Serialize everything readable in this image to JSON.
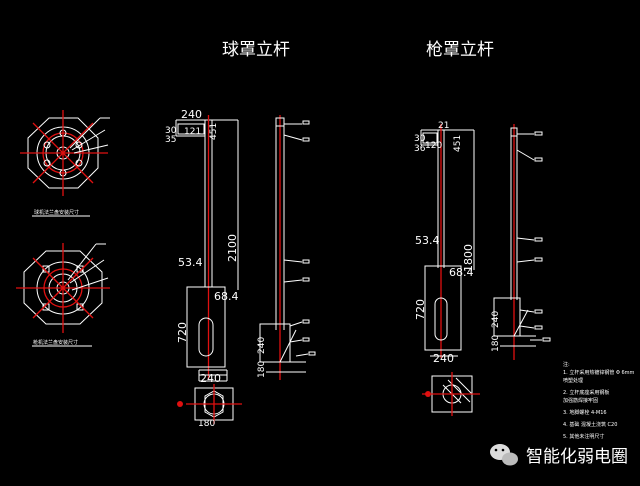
{
  "titles": {
    "left": "球罩立杆",
    "right": "枪罩立杆"
  },
  "left_pole": {
    "dims": {
      "top_width": "240",
      "d30": "30",
      "d35": "35",
      "d121": "121",
      "d451": "451",
      "height": "2100",
      "d534": "53.4",
      "d684": "68.4",
      "d720": "720",
      "d180": "180",
      "d240v": "240",
      "base_width": "240",
      "base_bottom": "180"
    }
  },
  "right_pole": {
    "dims": {
      "d30": "30",
      "d36": "36",
      "d21": "21",
      "d120": "120",
      "d451": "451",
      "d534": "53.4",
      "d684": "68.4",
      "height": "1800",
      "d720": "720",
      "d180": "180",
      "d240v": "240",
      "base_width": "240"
    }
  },
  "flange_captions": [
    "球机法兰盘安装尺寸",
    "枪机法兰盘安装尺寸"
  ],
  "notes": {
    "heading": "注:",
    "lines": [
      "1. 立杆采用热镀锌钢管 Φ 6mm",
      "喷塑处理",
      "2. 立杆底座采用钢板",
      "加强筋焊接牢固",
      "3. 地脚螺栓 4-M16",
      "4. 基础 混凝土浇筑 C20",
      "5. 其他未注明尺寸"
    ]
  },
  "watermark": "智能化弱电圈"
}
